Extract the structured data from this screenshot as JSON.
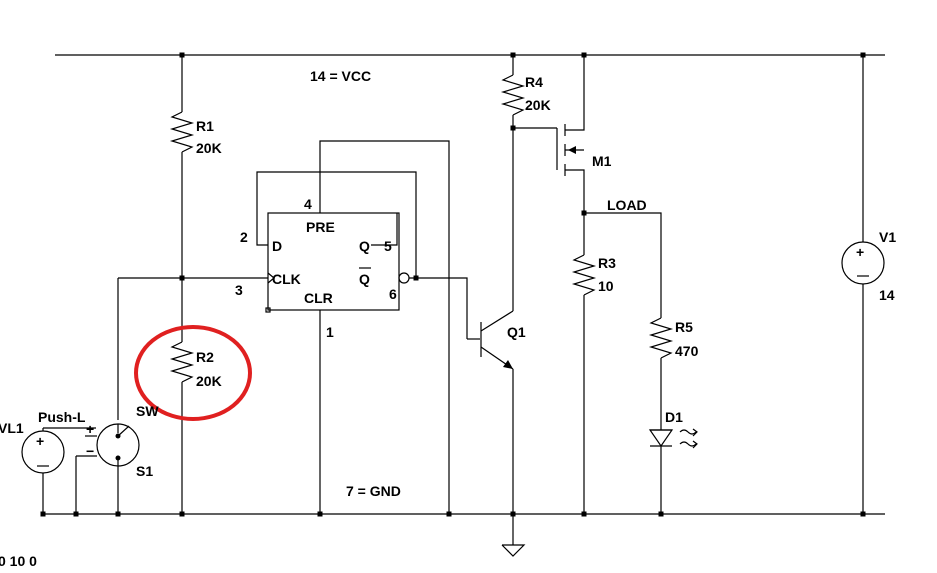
{
  "notes": {
    "vcc": "14 = VCC",
    "gnd": "7 = GND",
    "corner": "0 10 0"
  },
  "components": {
    "R1": {
      "ref": "R1",
      "value": "20K"
    },
    "R2": {
      "ref": "R2",
      "value": "20K"
    },
    "R3": {
      "ref": "R3",
      "value": "10"
    },
    "R4": {
      "ref": "R4",
      "value": "20K"
    },
    "R5": {
      "ref": "R5",
      "value": "470"
    },
    "Q1": {
      "ref": "Q1"
    },
    "M1": {
      "ref": "M1"
    },
    "D1": {
      "ref": "D1"
    },
    "V1": {
      "ref": "V1",
      "value": "14"
    },
    "VL1": {
      "ref": "VL1"
    },
    "S1": {
      "ref": "S1",
      "type": "SW",
      "label": "Push-L"
    },
    "flipflop": {
      "pre": "PRE",
      "clr": "CLR",
      "d": "D",
      "clk": "CLK",
      "q": "Q",
      "qbar": "Q",
      "pins": {
        "pre": "4",
        "d": "2",
        "clk": "3",
        "clr": "1",
        "q": "5",
        "qbar": "6"
      }
    }
  },
  "nets": {
    "load": "LOAD"
  },
  "highlight": {
    "color": "#e02020",
    "target": "R2"
  }
}
